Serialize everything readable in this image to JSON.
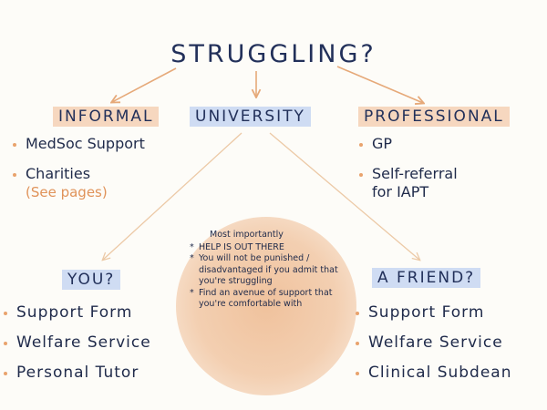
{
  "title": "STRUGGLING?",
  "branches": {
    "informal": {
      "label": "INFORMAL",
      "items": [
        "MedSoc Support",
        "Charities"
      ],
      "note": "(See pages)"
    },
    "university": {
      "label": "UNIVERSITY"
    },
    "professional": {
      "label": "PROFESSIONAL",
      "items": [
        "GP",
        "Self-referral for IAPT"
      ]
    }
  },
  "you": {
    "label": "YOU?",
    "items": [
      "Support Form",
      "Welfare Service",
      "Personal Tutor"
    ]
  },
  "friend": {
    "label": "A FRIEND?",
    "items": [
      "Support Form",
      "Welfare Service",
      "Clinical Subdean"
    ]
  },
  "center": {
    "lead": "Most importantly",
    "points": [
      "HELP IS OUT THERE",
      "You will not be punished / disadvantaged if you admit that you're struggling",
      "Find an avenue of support that you're comfortable with"
    ]
  },
  "colors": {
    "ink": "#1f2a4a",
    "arrow": "#e6a979",
    "orange_highlight": "#f6d7bf",
    "blue_highlight": "#cfdcf3",
    "blob": "#f0c29d"
  }
}
